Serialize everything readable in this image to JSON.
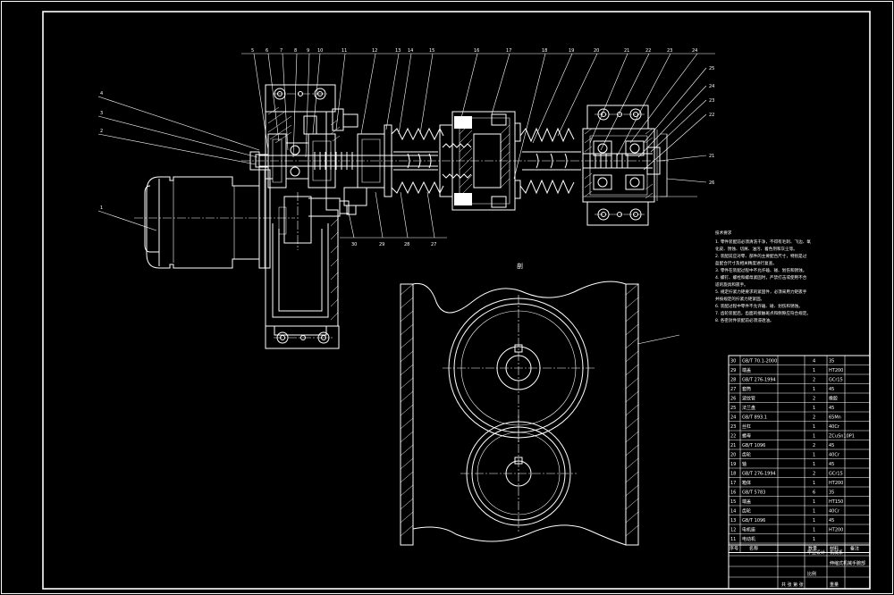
{
  "drawing": {
    "section_mark": "剖",
    "tech_notes_title": "技术要求",
    "tech_notes": [
      "1. 零件装配前必须清洗干净，不得有毛刺、飞边、氧",
      "化皮、锈蚀、切屑、油污、着色剂和灰尘等。",
      "2. 装配前应对零、部件的主要配合尺寸，特别是过",
      "盈配合尺寸及相关精度进行复查。",
      "3. 零件在装配过程中不允许磕、碰、划伤和锈蚀。",
      "4. 螺钉、螺栓和螺母紧固时，严禁打击或使用不合",
      "适的旋具和扳手。",
      "5. 规定拧紧力矩要求的紧固件，必须采用力矩扳手",
      "并按规定的拧紧力矩紧固。",
      "6. 装配过程中零件不允许磕、碰、划伤和锈蚀。",
      "7. 齿轮装配后，齿面的接触斑点和侧隙应符合规定。",
      "8. 各密封件装配前必须浸透油。"
    ],
    "title_block": {
      "school": "毕业设计",
      "title": "伸缩式机械手腕部",
      "dept": "机械系",
      "scale_label": "比例",
      "sheet_label": "共 张 第 张",
      "weight_label": "重量"
    },
    "part_labels_left": [
      "4",
      "3",
      "2",
      "1"
    ],
    "part_labels_top": [
      "5",
      "6",
      "7",
      "8",
      "9",
      "10",
      "11",
      "12",
      "13",
      "14",
      "15",
      "16",
      "17",
      "18",
      "19",
      "20",
      "21",
      "22",
      "23",
      "24"
    ],
    "part_labels_bottom": [
      "30",
      "29",
      "28",
      "27",
      "26"
    ],
    "part_labels_right": [
      "25",
      "24",
      "23",
      "22",
      "21"
    ],
    "bom_rows": [
      {
        "no": "30",
        "name": "GB/T 70.1-2000",
        "qty": "4",
        "mat": "35"
      },
      {
        "no": "29",
        "name": "端盖",
        "qty": "1",
        "mat": "HT200"
      },
      {
        "no": "28",
        "name": "GB/T 276-1994",
        "qty": "2",
        "mat": "GCr15"
      },
      {
        "no": "27",
        "name": "套筒",
        "qty": "1",
        "mat": "45"
      },
      {
        "no": "26",
        "name": "波纹管",
        "qty": "2",
        "mat": "橡胶"
      },
      {
        "no": "25",
        "name": "法兰盘",
        "qty": "1",
        "mat": "45"
      },
      {
        "no": "24",
        "name": "GB/T 893.1",
        "qty": "2",
        "mat": "65Mn"
      },
      {
        "no": "23",
        "name": "丝杠",
        "qty": "1",
        "mat": "40Cr"
      },
      {
        "no": "22",
        "name": "螺母",
        "qty": "1",
        "mat": "ZCuSn10P1"
      },
      {
        "no": "21",
        "name": "GB/T 1096",
        "qty": "2",
        "mat": "45"
      },
      {
        "no": "20",
        "name": "齿轮",
        "qty": "1",
        "mat": "40Cr"
      },
      {
        "no": "19",
        "name": "轴",
        "qty": "1",
        "mat": "45"
      },
      {
        "no": "18",
        "name": "GB/T 276-1994",
        "qty": "2",
        "mat": "GCr15"
      },
      {
        "no": "17",
        "name": "箱体",
        "qty": "1",
        "mat": "HT200"
      },
      {
        "no": "16",
        "name": "GB/T 5783",
        "qty": "6",
        "mat": "35"
      },
      {
        "no": "15",
        "name": "端盖",
        "qty": "1",
        "mat": "HT150"
      },
      {
        "no": "14",
        "name": "齿轮",
        "qty": "1",
        "mat": "40Cr"
      },
      {
        "no": "13",
        "name": "GB/T 1096",
        "qty": "1",
        "mat": "45"
      },
      {
        "no": "12",
        "name": "电机座",
        "qty": "1",
        "mat": "HT200"
      },
      {
        "no": "11",
        "name": "电动机",
        "qty": "1",
        "mat": ""
      }
    ],
    "bom_header": {
      "no": "序号",
      "name": "名称",
      "qty": "数量",
      "mat": "材料",
      "note": "备注"
    }
  }
}
